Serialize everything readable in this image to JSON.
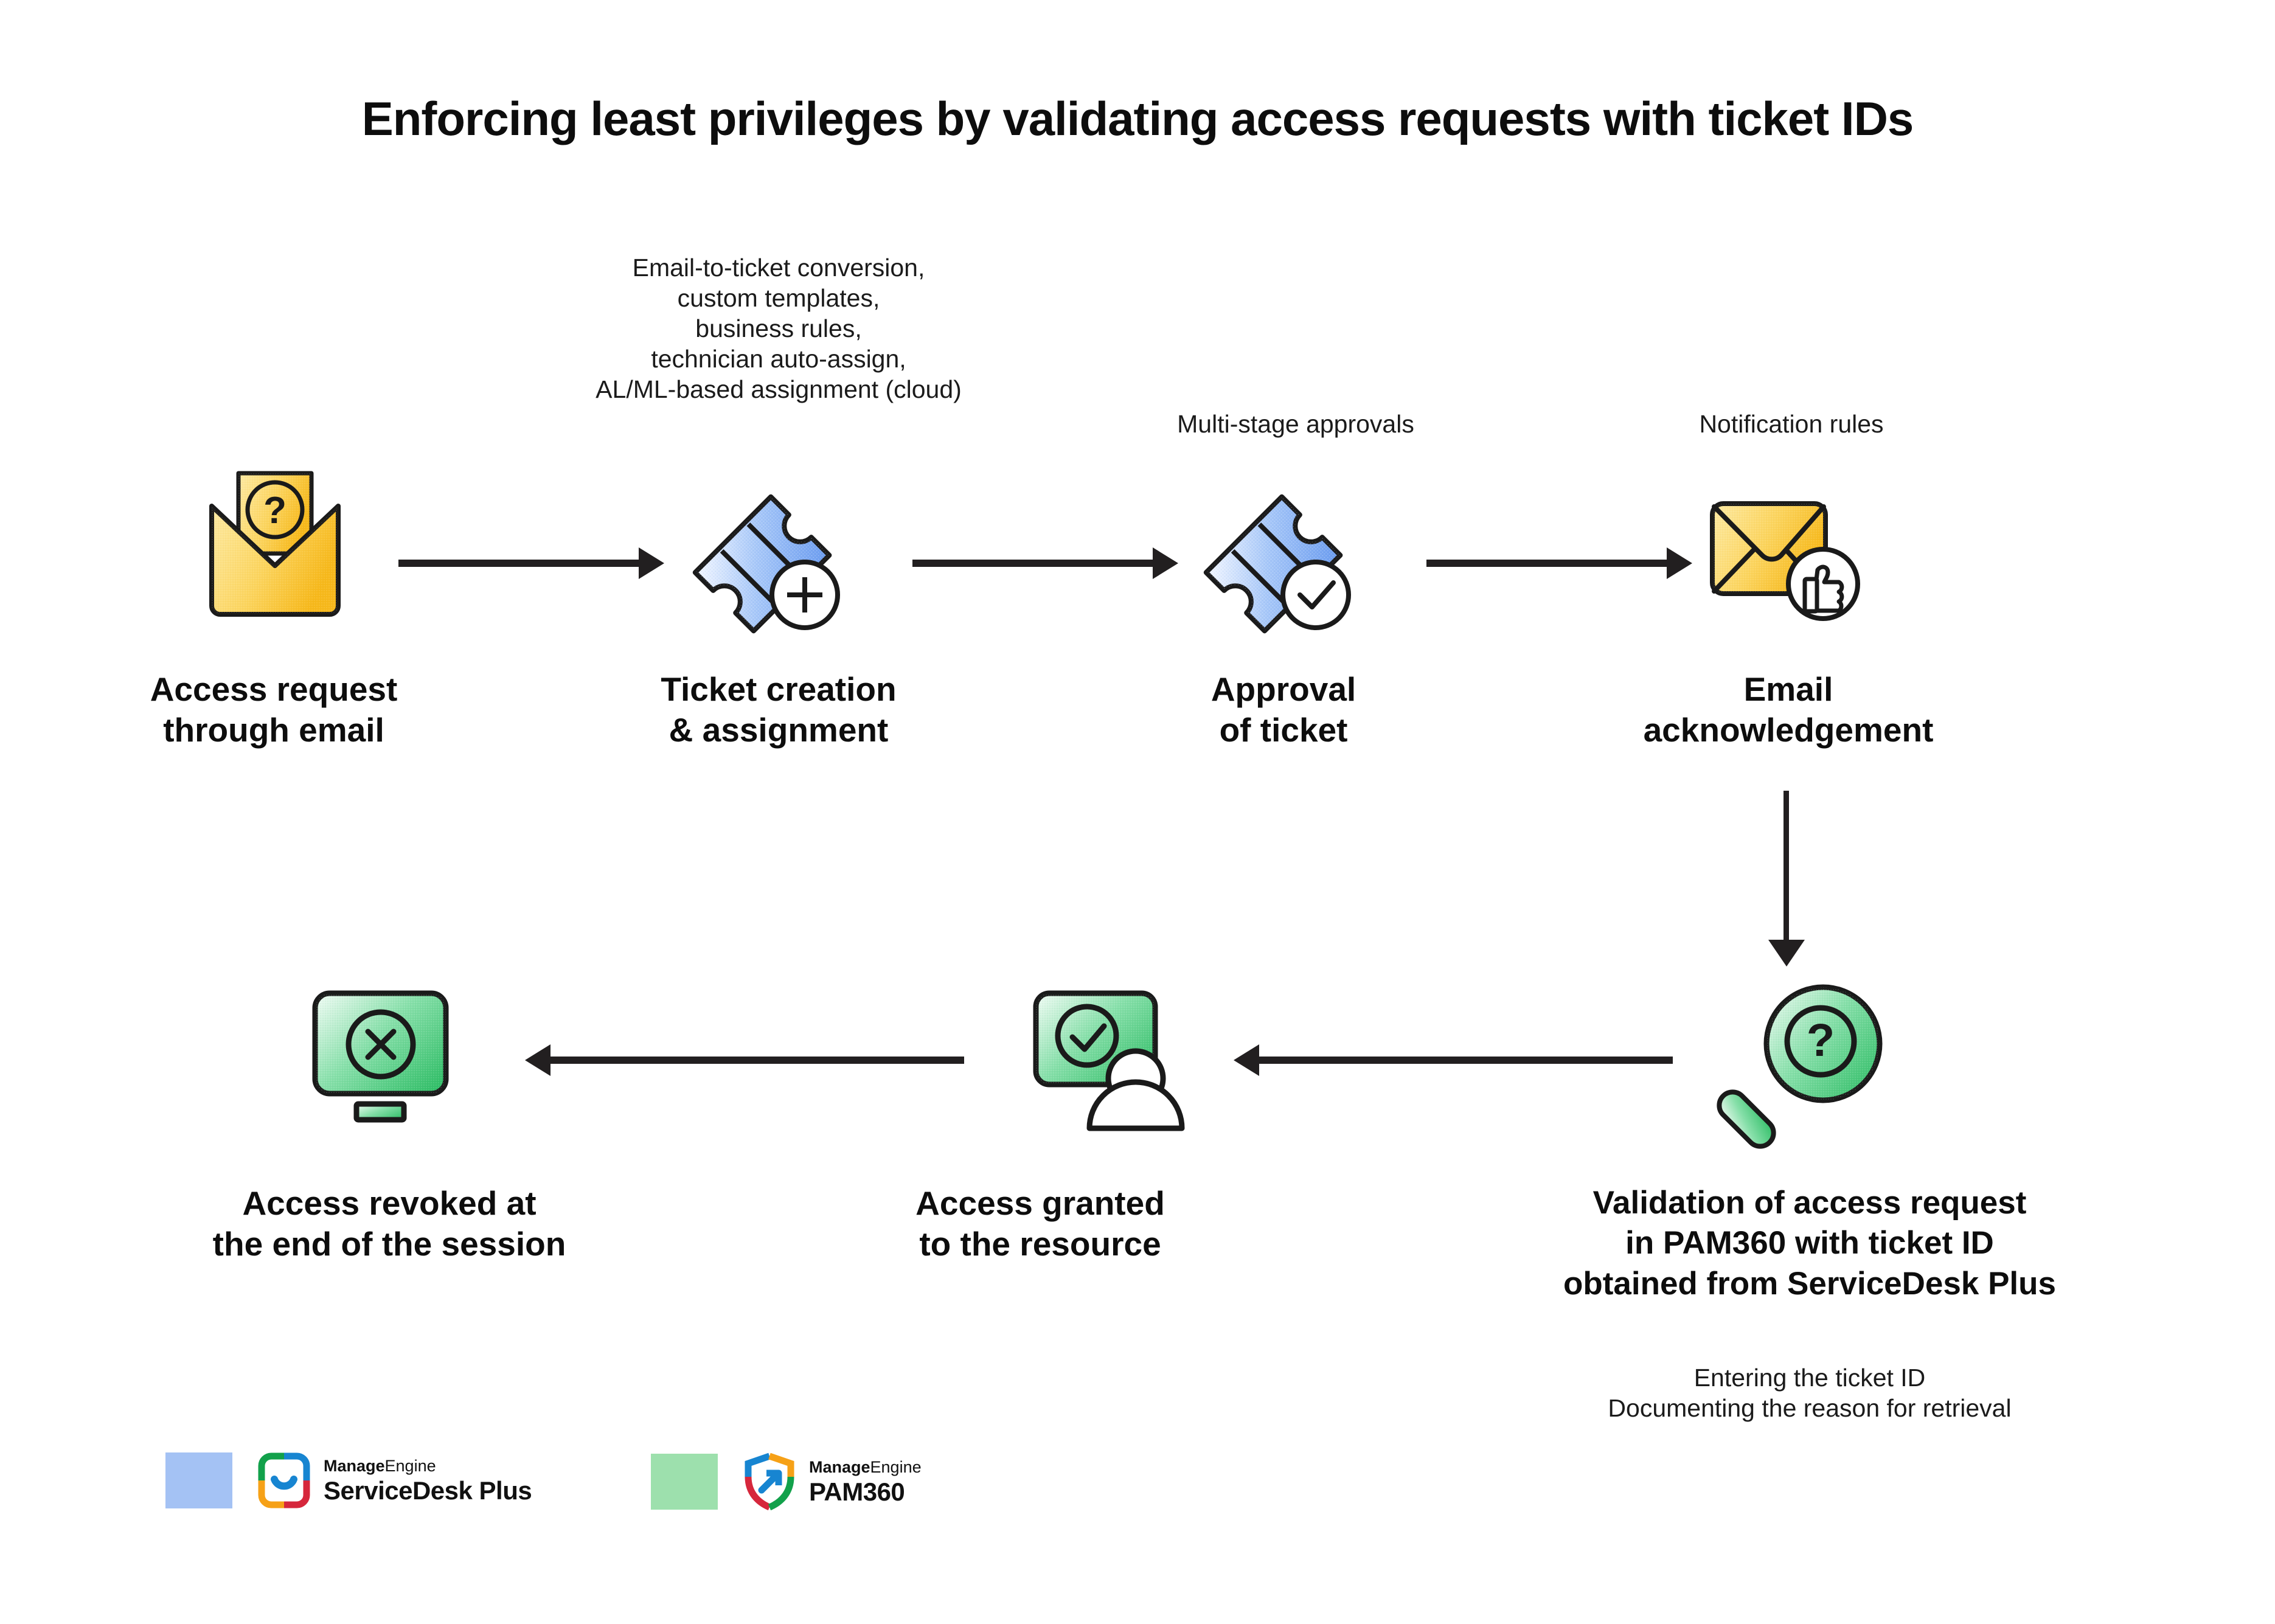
{
  "title": "Enforcing least privileges by validating access requests with ticket IDs",
  "annotations": {
    "ticket_creation": "Email-to-ticket conversion,\ncustom templates,\nbusiness rules,\ntechnician auto-assign,\nAL/ML-based assignment (cloud)",
    "approval": "Multi-stage approvals",
    "email_ack": "Notification rules",
    "validation_sub": "Entering the ticket ID\nDocumenting the reason for retrieval"
  },
  "steps": {
    "row1": [
      {
        "id": "access-request",
        "label": "Access request\nthrough email",
        "icon": "envelope-open-question-icon",
        "color": "#f7c22e"
      },
      {
        "id": "ticket-creation",
        "label": "Ticket creation\n& assignment",
        "icon": "ticket-plus-icon",
        "color": "#6d9eeb"
      },
      {
        "id": "approval-of-ticket",
        "label": "Approval\nof ticket",
        "icon": "ticket-check-icon",
        "color": "#6d9eeb"
      },
      {
        "id": "email-acknowledgement",
        "label": "Email\nacknowledgement",
        "icon": "envelope-thumbsup-icon",
        "color": "#f7c22e"
      }
    ],
    "row2": [
      {
        "id": "access-revoked",
        "label": "Access revoked at\nthe end of the session",
        "icon": "monitor-x-icon",
        "color": "#3ec46d"
      },
      {
        "id": "access-granted",
        "label": "Access granted\nto the resource",
        "icon": "monitor-check-user-icon",
        "color": "#3ec46d"
      },
      {
        "id": "validation",
        "label": "Validation of access request\nin PAM360 with ticket ID\nobtained from ServiceDesk Plus",
        "icon": "magnifier-question-icon",
        "color": "#3ec46d"
      }
    ]
  },
  "legend": [
    {
      "swatch_color": "#a4c2f4",
      "brand_prefix": "Manage",
      "brand_suffix": "Engine",
      "product": "ServiceDesk Plus",
      "logo": "servicedesk-plus-logo"
    },
    {
      "swatch_color": "#9de0ad",
      "brand_prefix": "Manage",
      "brand_suffix": "Engine",
      "product": "PAM360",
      "logo": "pam360-logo"
    }
  ],
  "colors": {
    "yellow_light": "#fde89a",
    "yellow_dark": "#f7bd23",
    "blue_light": "#e3eeff",
    "blue_dark": "#7aa9f0",
    "green_light": "#e6f8ec",
    "green_dark": "#34c06b",
    "stroke": "#1a1a1a",
    "swatch_blue": "#a4c2f4",
    "swatch_green": "#9de0ad"
  }
}
